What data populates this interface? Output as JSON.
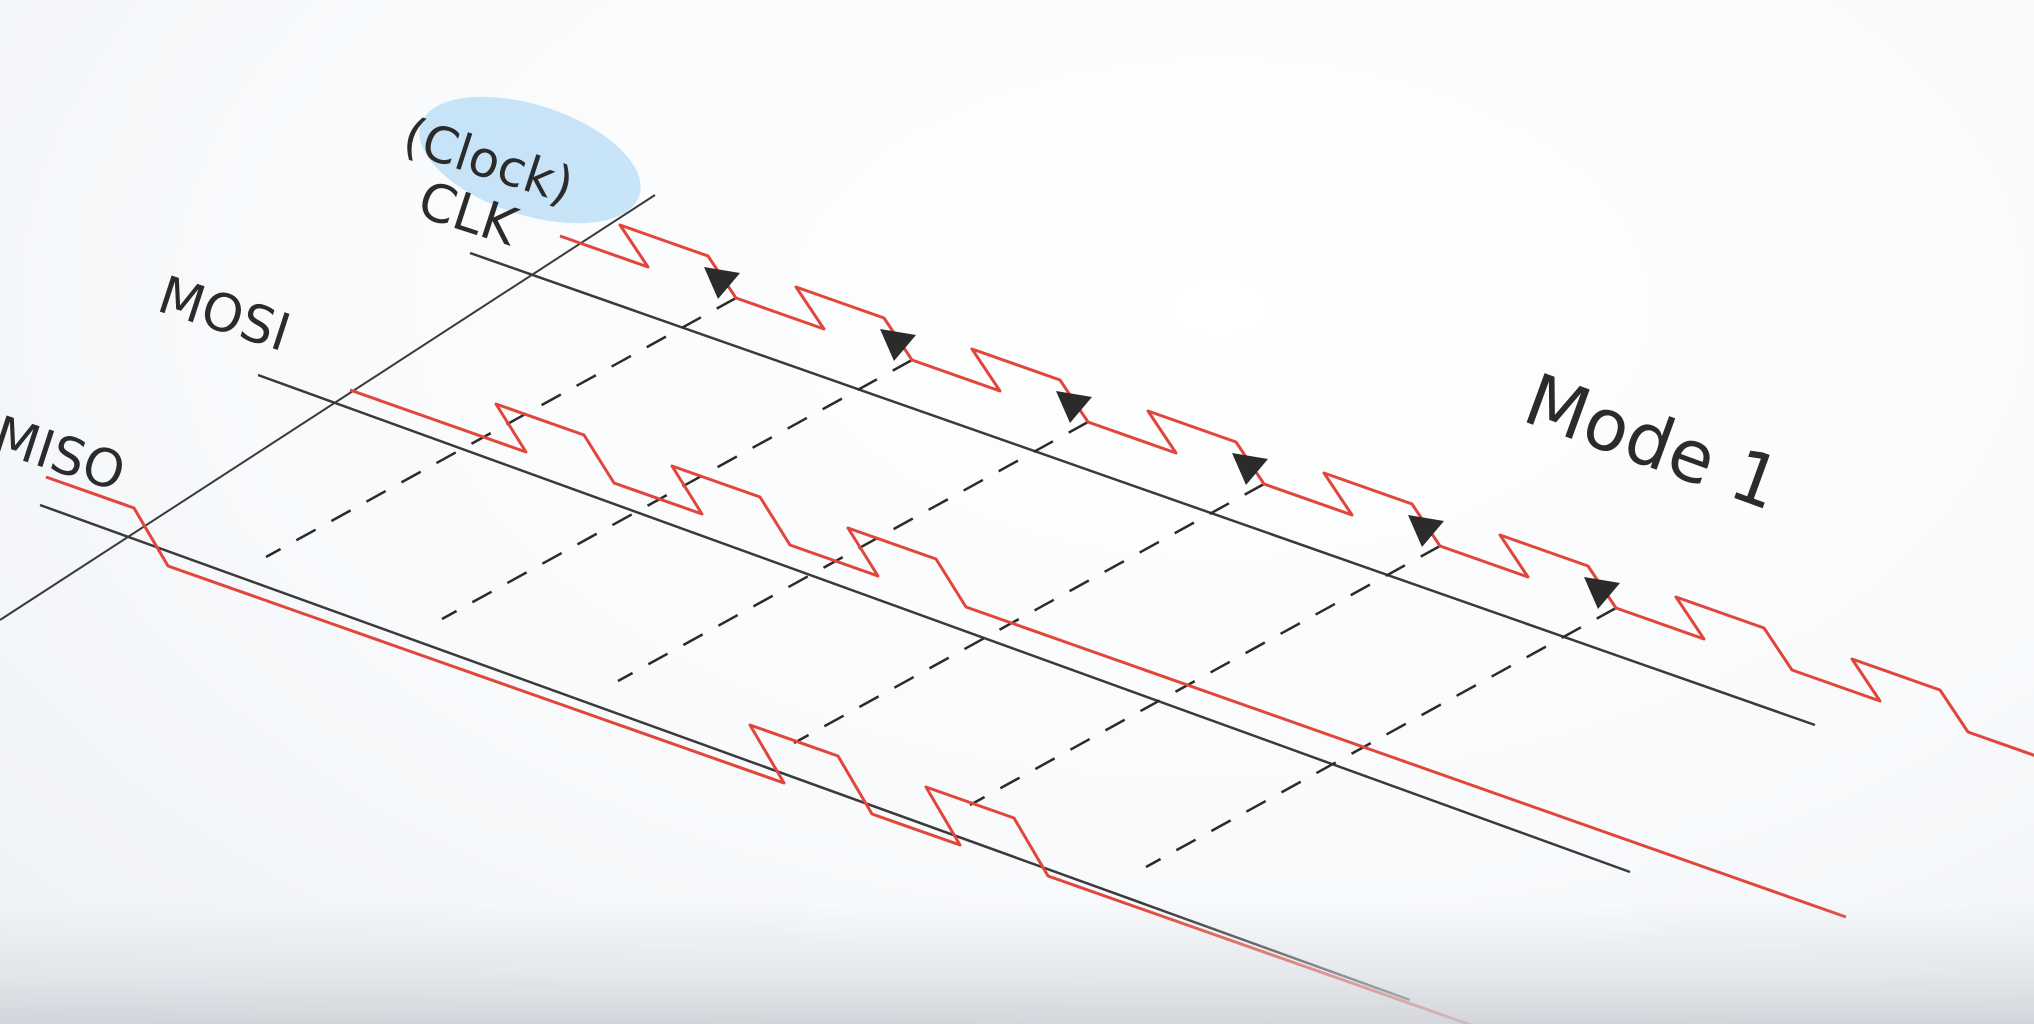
{
  "labels": {
    "clock_note": "(Clock)",
    "clk": "CLK",
    "mosi": "MOSI",
    "miso": "MISO",
    "mode": "Mode 1"
  },
  "colors": {
    "signal": "#e2463a",
    "ink": "#2b2b2b",
    "axis": "#3a3a3a",
    "highlight": "#9fd0f2"
  },
  "signals": {
    "clk": [
      0,
      1,
      0,
      1,
      0,
      1,
      0,
      1,
      0,
      1,
      0,
      1,
      0,
      1,
      0,
      1,
      0
    ],
    "mosi": [
      0,
      0,
      1,
      0,
      1,
      0,
      1,
      0,
      0,
      0,
      0,
      0,
      0,
      0,
      0,
      0,
      0
    ],
    "miso": [
      1,
      0,
      0,
      0,
      0,
      0,
      0,
      0,
      1,
      0,
      1,
      0,
      0,
      0,
      0,
      0,
      0
    ]
  },
  "sampling_edges": [
    2,
    4,
    6,
    8,
    10,
    12
  ]
}
